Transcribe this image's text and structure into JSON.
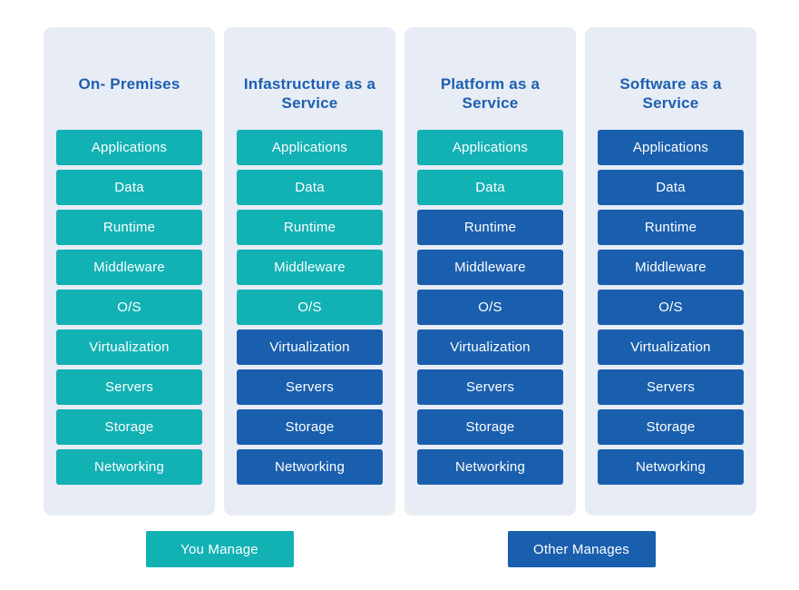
{
  "colors": {
    "you_manage": "#12b1b4",
    "other_manages": "#1a5fad",
    "heading": "#1d5fb0",
    "panel_background": "#e7ecf5"
  },
  "columns": [
    {
      "title": "On- Premises",
      "layers": [
        {
          "label": "Applications",
          "managed_by": "you"
        },
        {
          "label": "Data",
          "managed_by": "you"
        },
        {
          "label": "Runtime",
          "managed_by": "you"
        },
        {
          "label": "Middleware",
          "managed_by": "you"
        },
        {
          "label": "O/S",
          "managed_by": "you"
        },
        {
          "label": "Virtualization",
          "managed_by": "you"
        },
        {
          "label": "Servers",
          "managed_by": "you"
        },
        {
          "label": "Storage",
          "managed_by": "you"
        },
        {
          "label": "Networking",
          "managed_by": "you"
        }
      ]
    },
    {
      "title": "Infastructure as a Service",
      "layers": [
        {
          "label": "Applications",
          "managed_by": "you"
        },
        {
          "label": "Data",
          "managed_by": "you"
        },
        {
          "label": "Runtime",
          "managed_by": "you"
        },
        {
          "label": "Middleware",
          "managed_by": "you"
        },
        {
          "label": "O/S",
          "managed_by": "you"
        },
        {
          "label": "Virtualization",
          "managed_by": "other"
        },
        {
          "label": "Servers",
          "managed_by": "other"
        },
        {
          "label": "Storage",
          "managed_by": "other"
        },
        {
          "label": "Networking",
          "managed_by": "other"
        }
      ]
    },
    {
      "title": "Platform as a Service",
      "layers": [
        {
          "label": "Applications",
          "managed_by": "you"
        },
        {
          "label": "Data",
          "managed_by": "you"
        },
        {
          "label": "Runtime",
          "managed_by": "other"
        },
        {
          "label": "Middleware",
          "managed_by": "other"
        },
        {
          "label": "O/S",
          "managed_by": "other"
        },
        {
          "label": "Virtualization",
          "managed_by": "other"
        },
        {
          "label": "Servers",
          "managed_by": "other"
        },
        {
          "label": "Storage",
          "managed_by": "other"
        },
        {
          "label": "Networking",
          "managed_by": "other"
        }
      ]
    },
    {
      "title": "Software as a Service",
      "layers": [
        {
          "label": "Applications",
          "managed_by": "other"
        },
        {
          "label": "Data",
          "managed_by": "other"
        },
        {
          "label": "Runtime",
          "managed_by": "other"
        },
        {
          "label": "Middleware",
          "managed_by": "other"
        },
        {
          "label": "O/S",
          "managed_by": "other"
        },
        {
          "label": "Virtualization",
          "managed_by": "other"
        },
        {
          "label": "Servers",
          "managed_by": "other"
        },
        {
          "label": "Storage",
          "managed_by": "other"
        },
        {
          "label": "Networking",
          "managed_by": "other"
        }
      ]
    }
  ],
  "legend": [
    {
      "label": "You Manage",
      "managed_by": "you"
    },
    {
      "label": "Other Manages",
      "managed_by": "other"
    }
  ]
}
